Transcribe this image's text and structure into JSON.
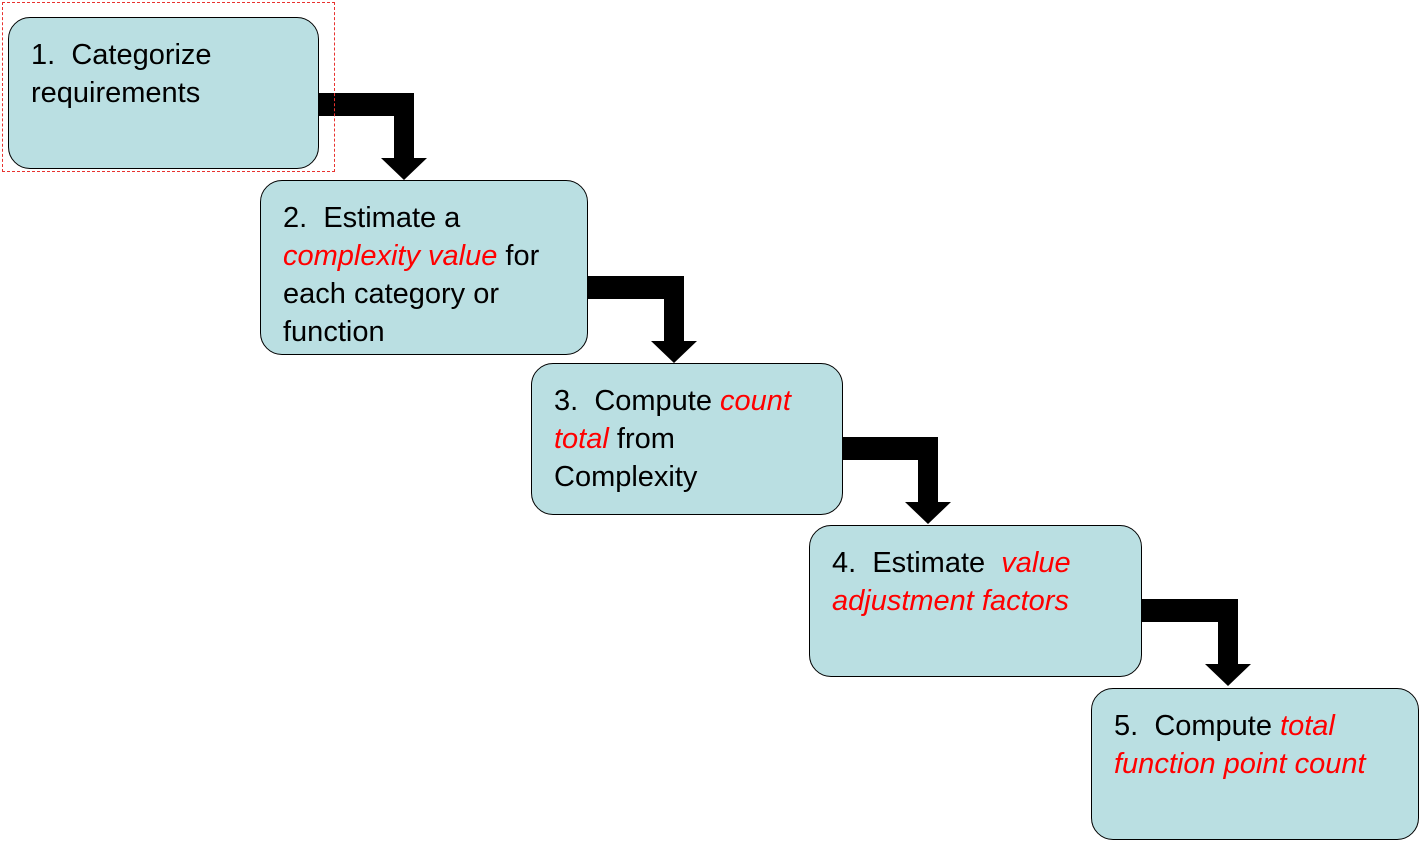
{
  "diagram": {
    "steps": [
      {
        "number": "1.",
        "parts": [
          {
            "text": "Categorize requirements",
            "emphasis": false
          }
        ]
      },
      {
        "number": "2.",
        "parts": [
          {
            "text": "Estimate a ",
            "emphasis": false
          },
          {
            "text": "complexity value",
            "emphasis": true
          },
          {
            "text": " for each category or function",
            "emphasis": false
          }
        ]
      },
      {
        "number": "3.",
        "parts": [
          {
            "text": "Compute ",
            "emphasis": false
          },
          {
            "text": "count total",
            "emphasis": true
          },
          {
            "text": " from Complexity",
            "emphasis": false
          }
        ]
      },
      {
        "number": "4.",
        "parts": [
          {
            "text": "Estimate  ",
            "emphasis": false
          },
          {
            "text": "value adjustment factors",
            "emphasis": true
          }
        ]
      },
      {
        "number": "5.",
        "parts": [
          {
            "text": "Compute ",
            "emphasis": false
          },
          {
            "text": "total function point count",
            "emphasis": true
          }
        ]
      }
    ],
    "colors": {
      "box_fill": "#badfe2",
      "emphasis_text": "#ff0000",
      "arrow": "#000000",
      "selection_outline": "#e8322f"
    },
    "selected_step": 1
  }
}
